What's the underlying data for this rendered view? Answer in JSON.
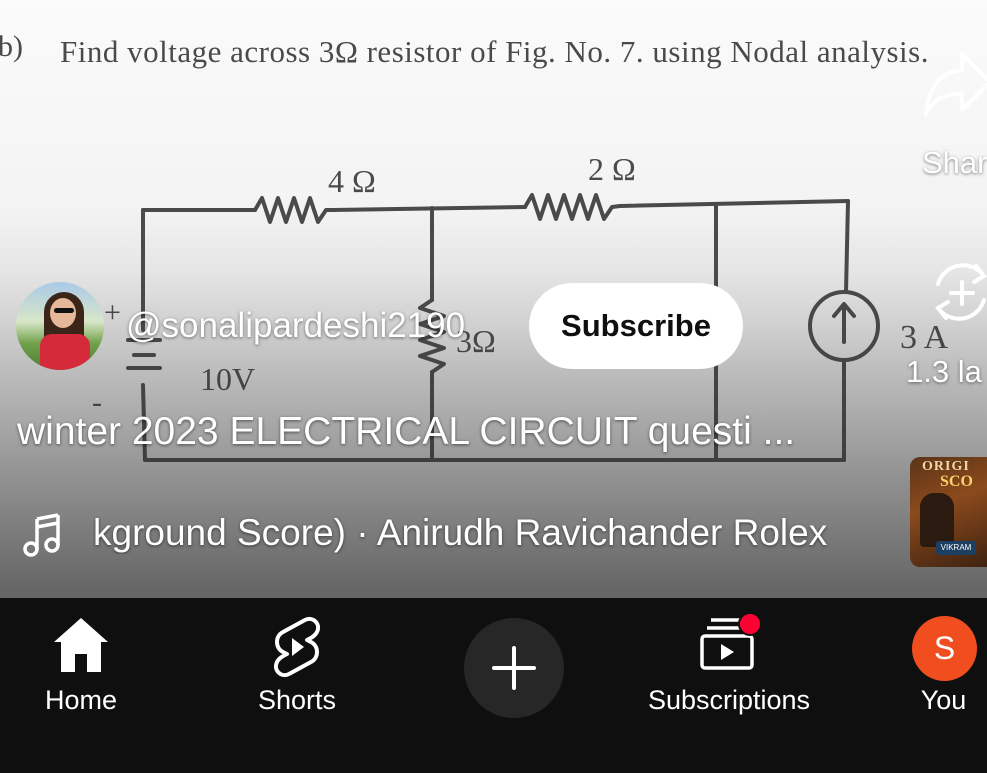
{
  "video": {
    "paper_label": "b)",
    "paper_question": "Find voltage across 3Ω resistor of Fig. No. 7. using Nodal analysis.",
    "circuit_labels": {
      "r1": "4 Ω",
      "r2": "2 Ω",
      "r3": "3Ω",
      "source_v": "10V",
      "source_i": "3 A",
      "plus": "+",
      "minus": "-"
    }
  },
  "channel": {
    "handle": "@sonalipardeshi2190",
    "subscribe_label": "Subscribe"
  },
  "short_title": "winter 2023 ELECTRICAL CIRCUIT questi ...",
  "music": {
    "icon": "music-note-icon",
    "track_text": "kground Score) · Anirudh Ravichander    Rolex"
  },
  "side_actions": {
    "share_label": "Shar",
    "remix_count": "1.3 la",
    "album_line1": "ORIGI",
    "album_line2": "SCO",
    "album_badge": "VIKRAM"
  },
  "nav": {
    "items": [
      {
        "label": "Home",
        "icon": "home-icon"
      },
      {
        "label": "Shorts",
        "icon": "shorts-icon"
      },
      {
        "label": "",
        "icon": "create-plus-icon"
      },
      {
        "label": "Subscriptions",
        "icon": "subscriptions-icon"
      },
      {
        "label": "You",
        "icon": "account-avatar"
      }
    ],
    "you_initial": "S"
  },
  "colors": {
    "nav_background": "#0f0f0f",
    "subscribe_bg": "#ffffff",
    "notification_dot": "#ff0033",
    "avatar_you": "#f04e1f"
  }
}
